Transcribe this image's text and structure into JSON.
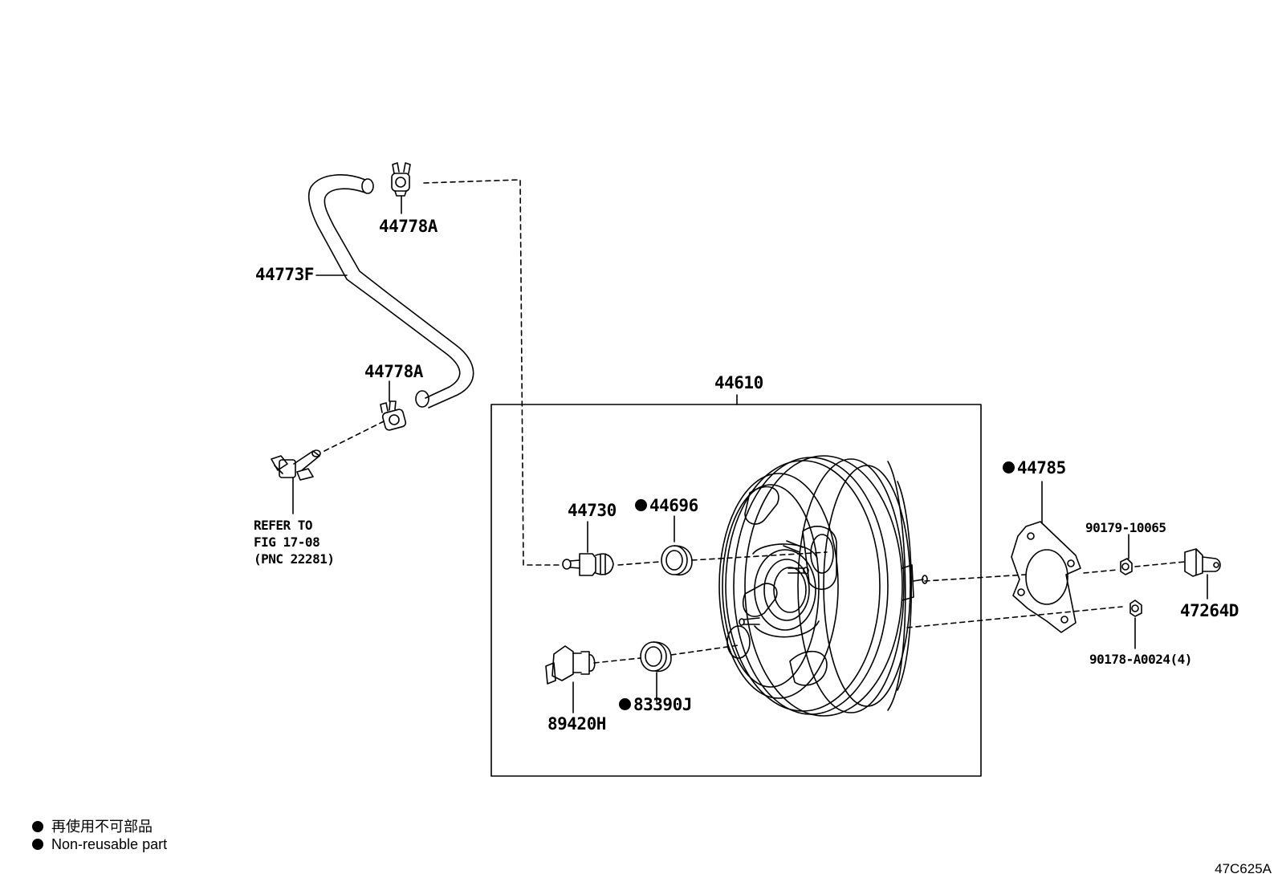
{
  "parts": {
    "clamp_upper": "44778A",
    "hose": "44773F",
    "clamp_lower": "44778A",
    "booster_assy": "44610",
    "check_valve": "44730",
    "grommet_upper": "44696",
    "sensor": "89420H",
    "grommet_lower": "83390J",
    "gasket": "44785",
    "nut_upper": "90179-10065",
    "clevis": "47264D",
    "nut_lower": "90178-A0024(4)"
  },
  "refer": {
    "line1": "REFER TO",
    "line2": "FIG 17-08",
    "line3": "(PNC 22281)"
  },
  "legend": {
    "jp": "再使用不可部品",
    "en": "Non-reusable part"
  },
  "illustration_code": "47C625A"
}
